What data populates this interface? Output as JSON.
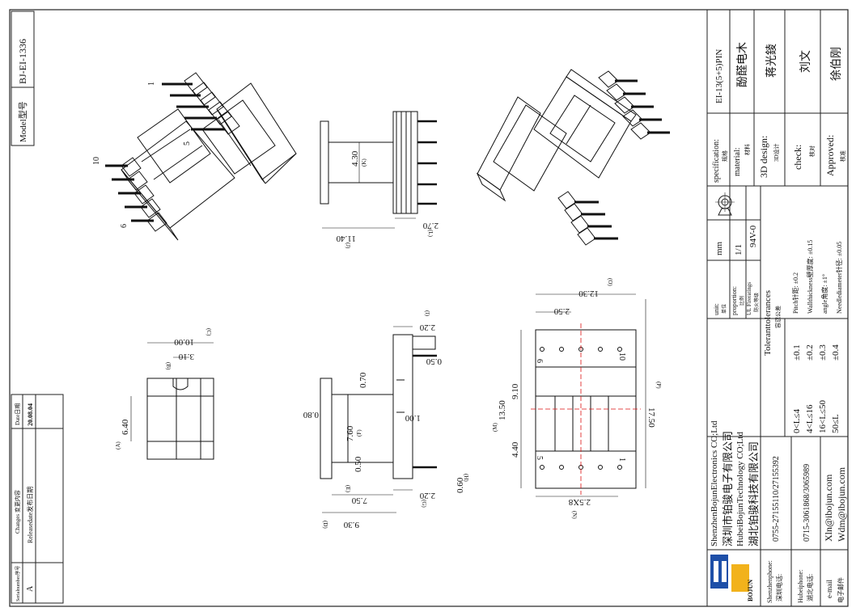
{
  "model": {
    "label": "Model型号",
    "value": "BJ-EI-1336"
  },
  "revision_table": {
    "serial_header": "Serialnumber序号",
    "changes_header": "Changes 变更内容",
    "date_header": "Date日期",
    "rows": [
      {
        "serial": "A",
        "change": "Releasedate发布日期",
        "date": "20.08.04"
      }
    ]
  },
  "views": {
    "top_iso": {
      "pin_labels": [
        "1",
        "5",
        "10",
        "6"
      ]
    },
    "side": {
      "dims": [
        "4.30",
        "(K)",
        "11.40",
        "(J)",
        "2.70",
        "(L)"
      ]
    },
    "front": {
      "dims": [
        "10.00",
        "(C)",
        "3.10",
        "(B)",
        "6.40",
        "(A)"
      ]
    },
    "section": {
      "dims": [
        "2.20",
        "(I)",
        "0.50",
        "0.70",
        "0.80",
        "7.60",
        "(F)",
        "1.00",
        "0.50",
        "(E)",
        "7.50",
        "(D)",
        "9.30",
        "2.20",
        "(G)",
        "0.60",
        "(H)"
      ]
    },
    "bottom": {
      "dims": [
        "12.30",
        "(O)",
        "2.50",
        "9.10",
        "13.50",
        "(M)",
        "17.50",
        "(P)",
        "4.40",
        "2.5X8",
        "(N)"
      ],
      "pin_labels": [
        "6",
        "10",
        "5",
        "1"
      ]
    }
  },
  "title_block": {
    "company_en_1": "ShenzhenBojunElectronics CO;Ltd",
    "company_cn_1": "深圳市铂骏电子有限公司",
    "company_en_2": "HubeiBojunTechnology CO;Ltd",
    "company_cn_2": "湖北铂骏科技有限公司",
    "logo_text": "BOJUN",
    "shenzhen_phone_label": "Shenzhenphone:",
    "shenzhen_phone_cn": "深圳电话:",
    "shenzhen_phone": "0755-27155110/27155392",
    "hubei_phone_label": "Hubeiphone:",
    "hubei_phone_cn": "湖北电话:",
    "hubei_phone": "0715-3061868/3065989",
    "email_label": "e-mail",
    "email_cn": "电子邮件",
    "email_1": "Xln@ibojun.com",
    "email_2": "Wdm@ibojun.com",
    "tolerance_title": "Toleranttolerances",
    "tolerance_cn": "容忍公差",
    "tolerances": [
      {
        "range": "0<L≤4",
        "value": "±0.1"
      },
      {
        "range": "4<L≤16",
        "value": "±0.2"
      },
      {
        "range": "16<L≤50",
        "value": "±0.3"
      },
      {
        "range": "50≤L",
        "value": "±0.4"
      }
    ],
    "pitch": "Pitch针距: ±0.2",
    "wall": "Wallthickness壁厚度: ±0.15",
    "angle": "angle角度: ±1°",
    "needle": "Needlediameter针径: ±0.05",
    "unit_label": "unit:",
    "unit_cn": "单位",
    "unit_value": "mm",
    "proportion_label": "proportion:",
    "proportion_cn": "比例",
    "proportion_value": "1/1",
    "ul_label": "UL Fireratings",
    "ul_cn": "防火等级",
    "ul_value": "94V-0",
    "spec_label": "specification:",
    "spec_cn": "规格",
    "spec_value": "EI-13(5+5)PIN",
    "material_label": "material:",
    "material_cn": "材料",
    "material_value": "酚醛电木",
    "design_label": "3D design:",
    "design_cn": "3D设计",
    "design_value": "蒋光錂",
    "check_label": "check:",
    "check_cn": "核对",
    "check_value": "刘文",
    "approved_label": "Approved:",
    "approved_cn": "核准",
    "approved_value": "徐伯刚"
  }
}
